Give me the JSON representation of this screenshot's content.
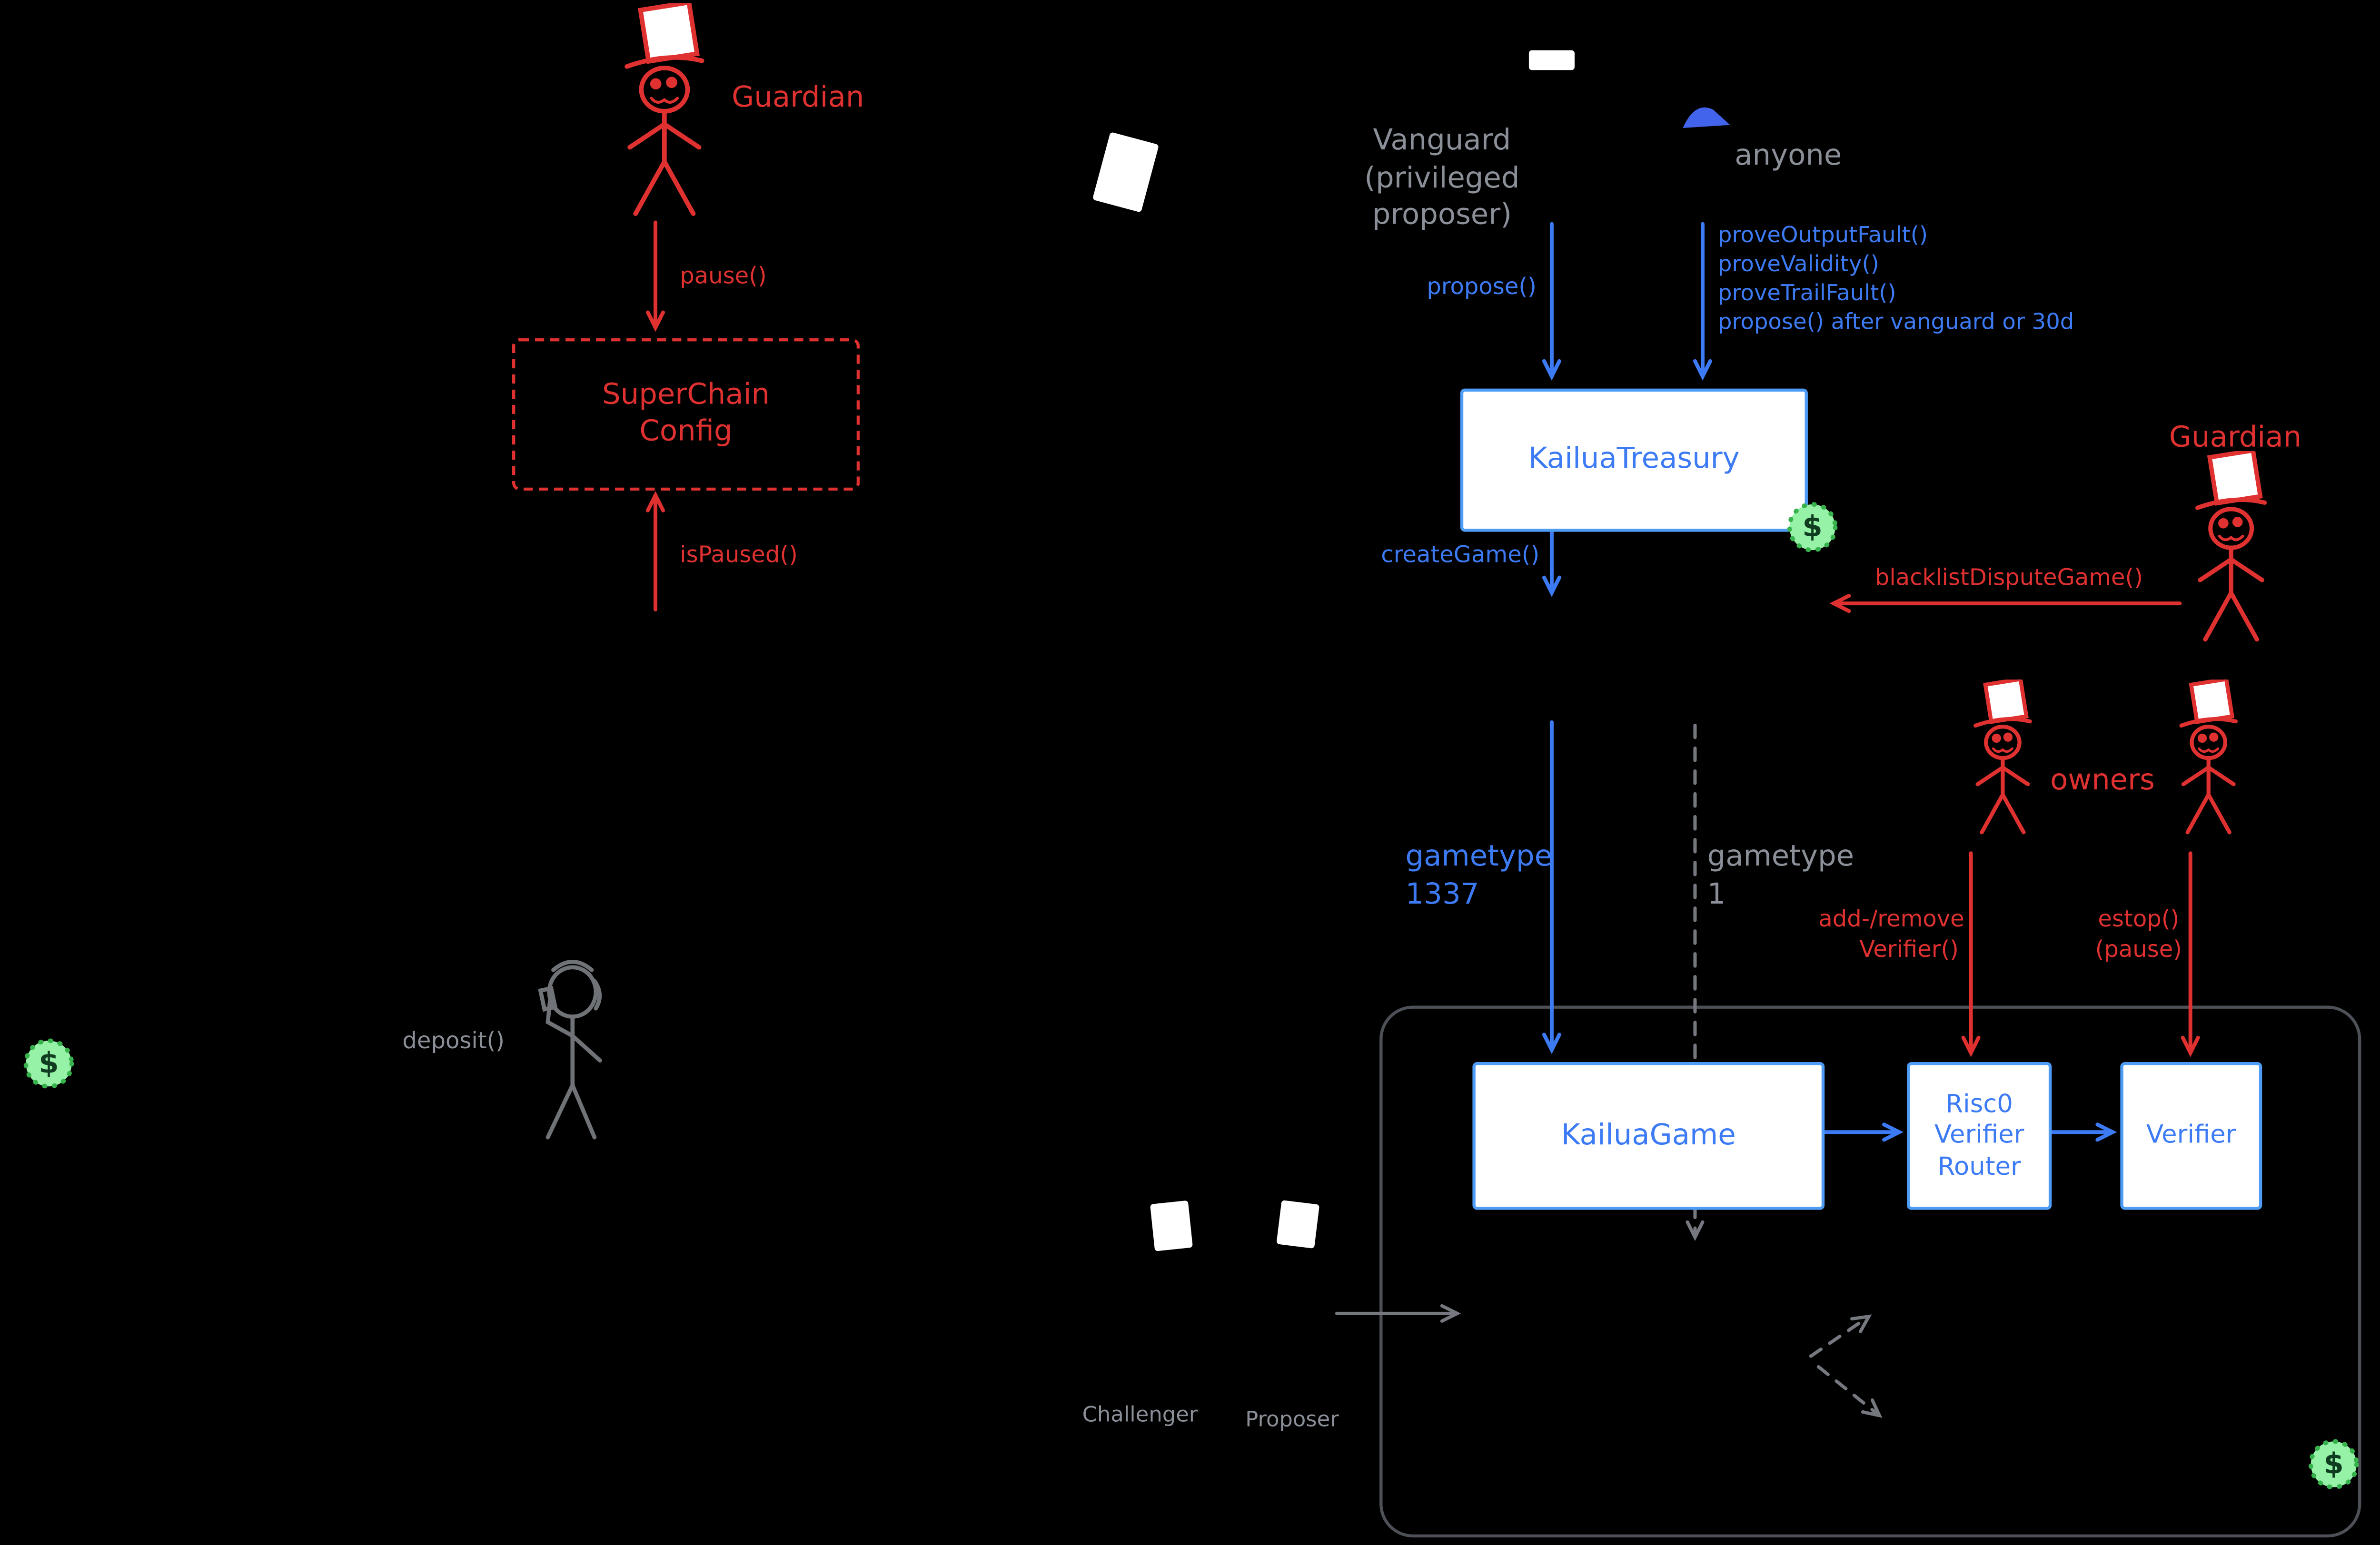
{
  "diagram": {
    "actors": {
      "guardian_top": "Guardian",
      "guardian_right": "Guardian",
      "vanguard": "Vanguard\n(privileged\nproposer)",
      "anyone": "anyone",
      "owners": "owners",
      "challenger": "Challenger",
      "proposer": "Proposer"
    },
    "nodes": {
      "superchain_config": "SuperChain\nConfig",
      "kailua_treasury": "KailuaTreasury",
      "kailua_game": "KailuaGame",
      "risc0_verifier_router": "Risc0\nVerifier\nRouter",
      "verifier": "Verifier"
    },
    "calls": {
      "pause": "pause()",
      "is_paused": "isPaused()",
      "propose": "propose()",
      "anyone_calls": "proveOutputFault()\nproveValidity()\nproveTrailFault()\npropose() after vanguard or 30d",
      "create_game": "createGame()",
      "blacklist_dispute_game": "blacklistDisputeGame()",
      "gametype_1337": "gametype\n1337",
      "gametype_1": "gametype\n1",
      "add_remove_verifier": "add-/remove\nVerifier()",
      "estop": "estop()\n(pause)",
      "deposit": "deposit()"
    },
    "badges": {
      "dollar": "$"
    },
    "colors": {
      "red": "#e03131",
      "blue": "#3d7bf5",
      "box_border_blue": "#4f9cf7",
      "gray": "#8a8f98",
      "green_badge": "#96f2a7",
      "background": "#000000"
    }
  }
}
